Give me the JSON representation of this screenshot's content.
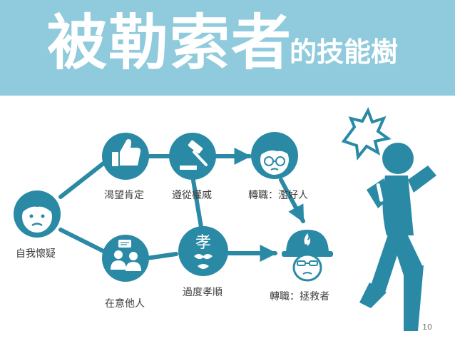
{
  "header": {
    "title": "被勒索者",
    "subtitle": "的技能樹"
  },
  "nodes": {
    "self_doubt": {
      "label": "自我懷疑",
      "icon": "worried-face-icon"
    },
    "crave_approval": {
      "label": "渴望肯定",
      "icon": "thumbs-up-icon"
    },
    "care_others": {
      "label": "在意他人",
      "icon": "people-icon"
    },
    "obey_authority": {
      "label": "遵從權威",
      "icon": "gavel-icon"
    },
    "filial_piety": {
      "label": "過度孝順",
      "icon": "filial-elder-icon",
      "glyph": "孝"
    },
    "people_pleaser": {
      "label": "轉職：濫好人",
      "icon": "glasses-boy-icon"
    },
    "rescuer": {
      "label": "轉職：拯救者",
      "icon": "firefighter-icon"
    }
  },
  "figure": {
    "icon": "injured-figure-icon"
  },
  "page_number": "10",
  "colors": {
    "banner": "#8fcbdc",
    "accent": "#2a8aa6",
    "text": "#3c3c3c",
    "background": "#ffffff"
  }
}
